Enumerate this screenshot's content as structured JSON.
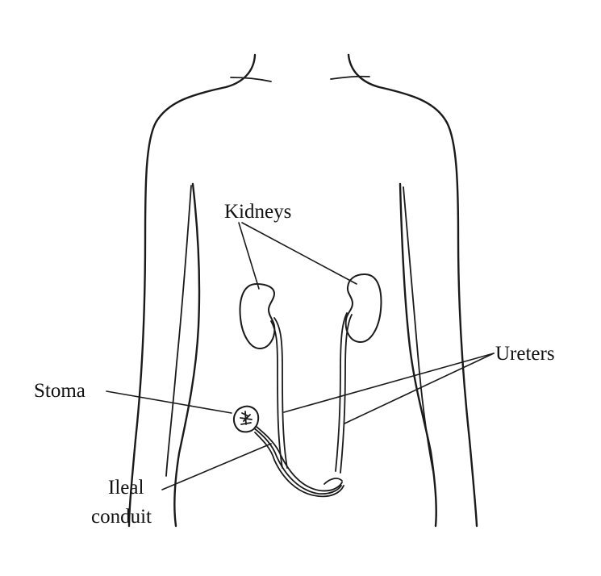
{
  "diagram": {
    "labels": {
      "kidneys": "Kidneys",
      "ureters": "Ureters",
      "stoma": "Stoma",
      "ileal_conduit_line1": "Ileal",
      "ileal_conduit_line2": "conduit"
    },
    "colors": {
      "line": "#1a1a1a",
      "background": "#ffffff"
    }
  }
}
